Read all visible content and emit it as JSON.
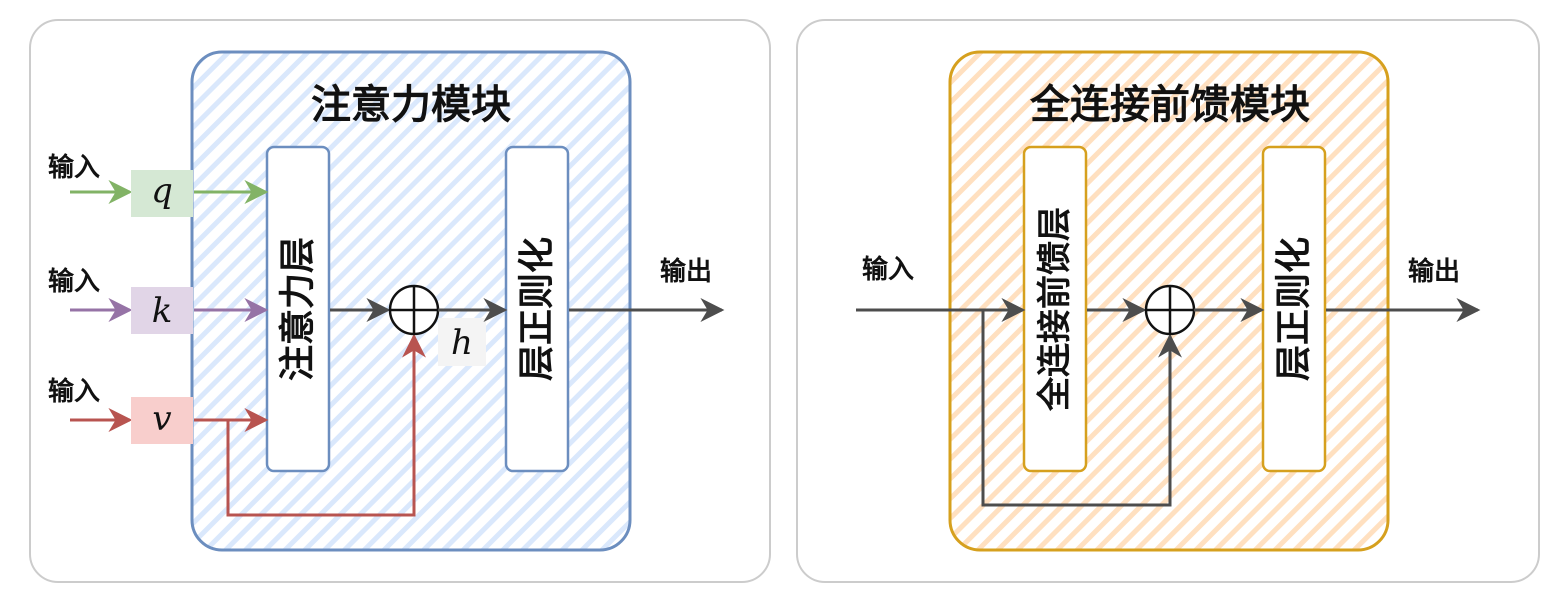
{
  "left_panel": {
    "module_title": "注意力模块",
    "attention_layer_label": "注意力层",
    "layer_norm_label": "层正则化",
    "inputs": [
      {
        "label": "输入",
        "symbol": "q",
        "color": "#82b366",
        "fill": "#d5e8d4"
      },
      {
        "label": "输入",
        "symbol": "k",
        "color": "#9673a6",
        "fill": "#e1d5e7"
      },
      {
        "label": "输入",
        "symbol": "v",
        "color": "#b85450",
        "fill": "#f8cecc"
      }
    ],
    "sum_symbol": "h",
    "output_label": "输出",
    "module_color": "#6c8ebf",
    "module_hatch": "#dae8fc"
  },
  "right_panel": {
    "module_title": "全连接前馈模块",
    "ffn_layer_label": "全连接前馈层",
    "layer_norm_label": "层正则化",
    "input_label": "输入",
    "output_label": "输出",
    "module_color": "#d6a01e",
    "module_hatch": "#ffe6cc"
  },
  "colors": {
    "arrow": "#4d4d4d",
    "panel_border": "#cccccc"
  }
}
